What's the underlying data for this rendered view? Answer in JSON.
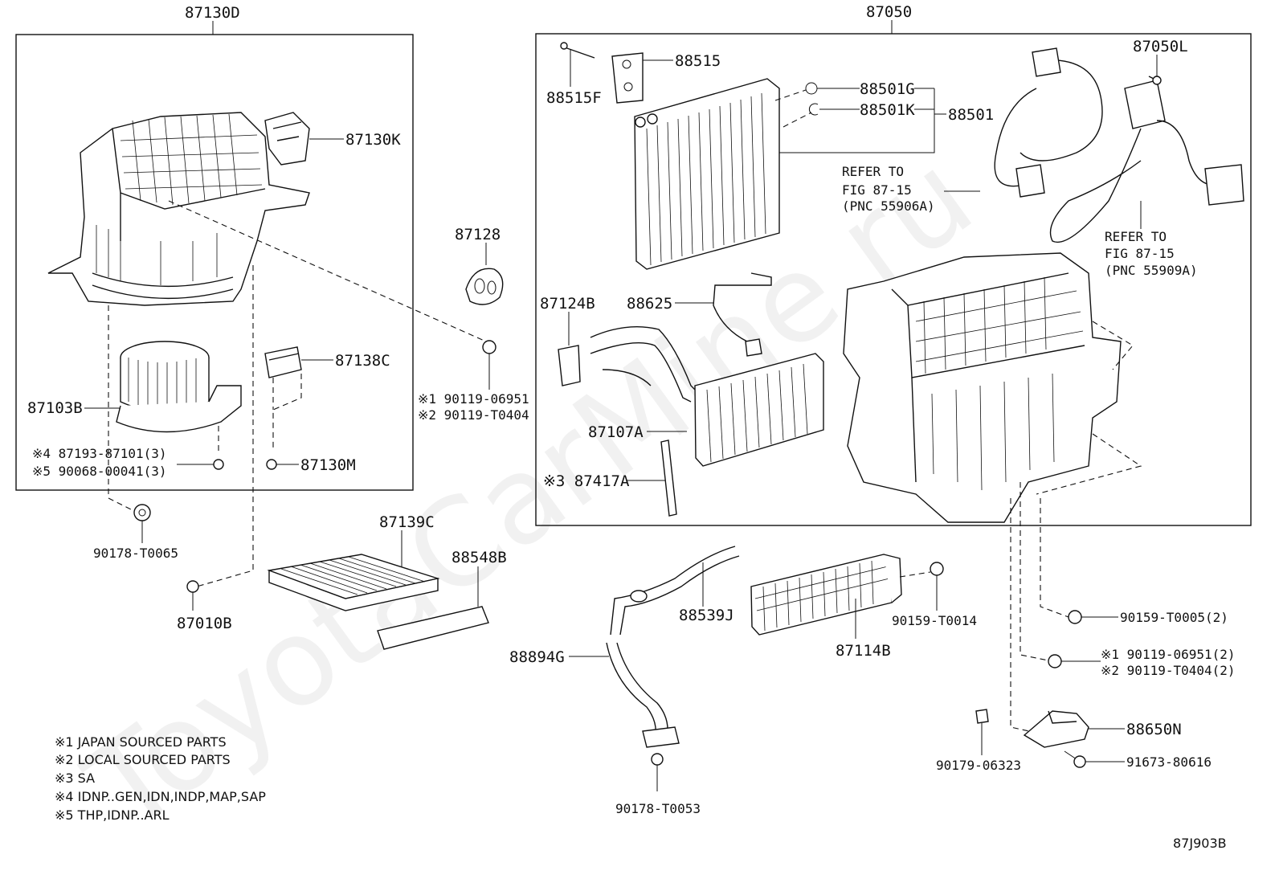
{
  "watermark": "ToyotaCarMine.ru",
  "groups": {
    "left_box": "87130D",
    "right_box": "87050"
  },
  "labels": {
    "p87130K": "87130K",
    "p87128": "87128",
    "p87138C": "87138C",
    "p87103B": "87103B",
    "p87193": "※4 87193-87101(3)",
    "p90068": "※5 90068-00041(3)",
    "p87130M": "87130M",
    "p90119a": "※1 90119-06951",
    "p90119b": "※2 90119-T0404",
    "p90178a": "90178-T0065",
    "p87010B": "87010B",
    "p87139C": "87139C",
    "p88548B": "88548B",
    "p88515": "88515",
    "p88515F": "88515F",
    "p88501G": "88501G",
    "p88501K": "88501K",
    "p88501": "88501",
    "p87050L": "87050L",
    "ref1a": "REFER TO",
    "ref1b": "FIG 87-15",
    "ref1c": "(PNC 55906A)",
    "ref2a": "REFER TO",
    "ref2b": "FIG 87-15",
    "ref2c": "(PNC 55909A)",
    "p87124B": "87124B",
    "p88625": "88625",
    "p87107A": "87107A",
    "p87417A": "※3 87417A",
    "p88539J": "88539J",
    "p88894G": "88894G",
    "p90178b": "90178-T0053",
    "p87114B": "87114B",
    "p90159a": "90159-T0014",
    "p90159b": "90159-T0005(2)",
    "p90119c": "※1 90119-06951(2)",
    "p90119d": "※2 90119-T0404(2)",
    "p88650N": "88650N",
    "p90179": "90179-06323",
    "p91673": "91673-80616"
  },
  "notes": [
    "※1 JAPAN SOURCED PARTS",
    "※2 LOCAL SOURCED PARTS",
    "※3 SA",
    "※4 IDNP..GEN,IDN,INDP,MAP,SAP",
    "※5 THP,IDNP..ARL"
  ],
  "figure_id": "87J903B"
}
